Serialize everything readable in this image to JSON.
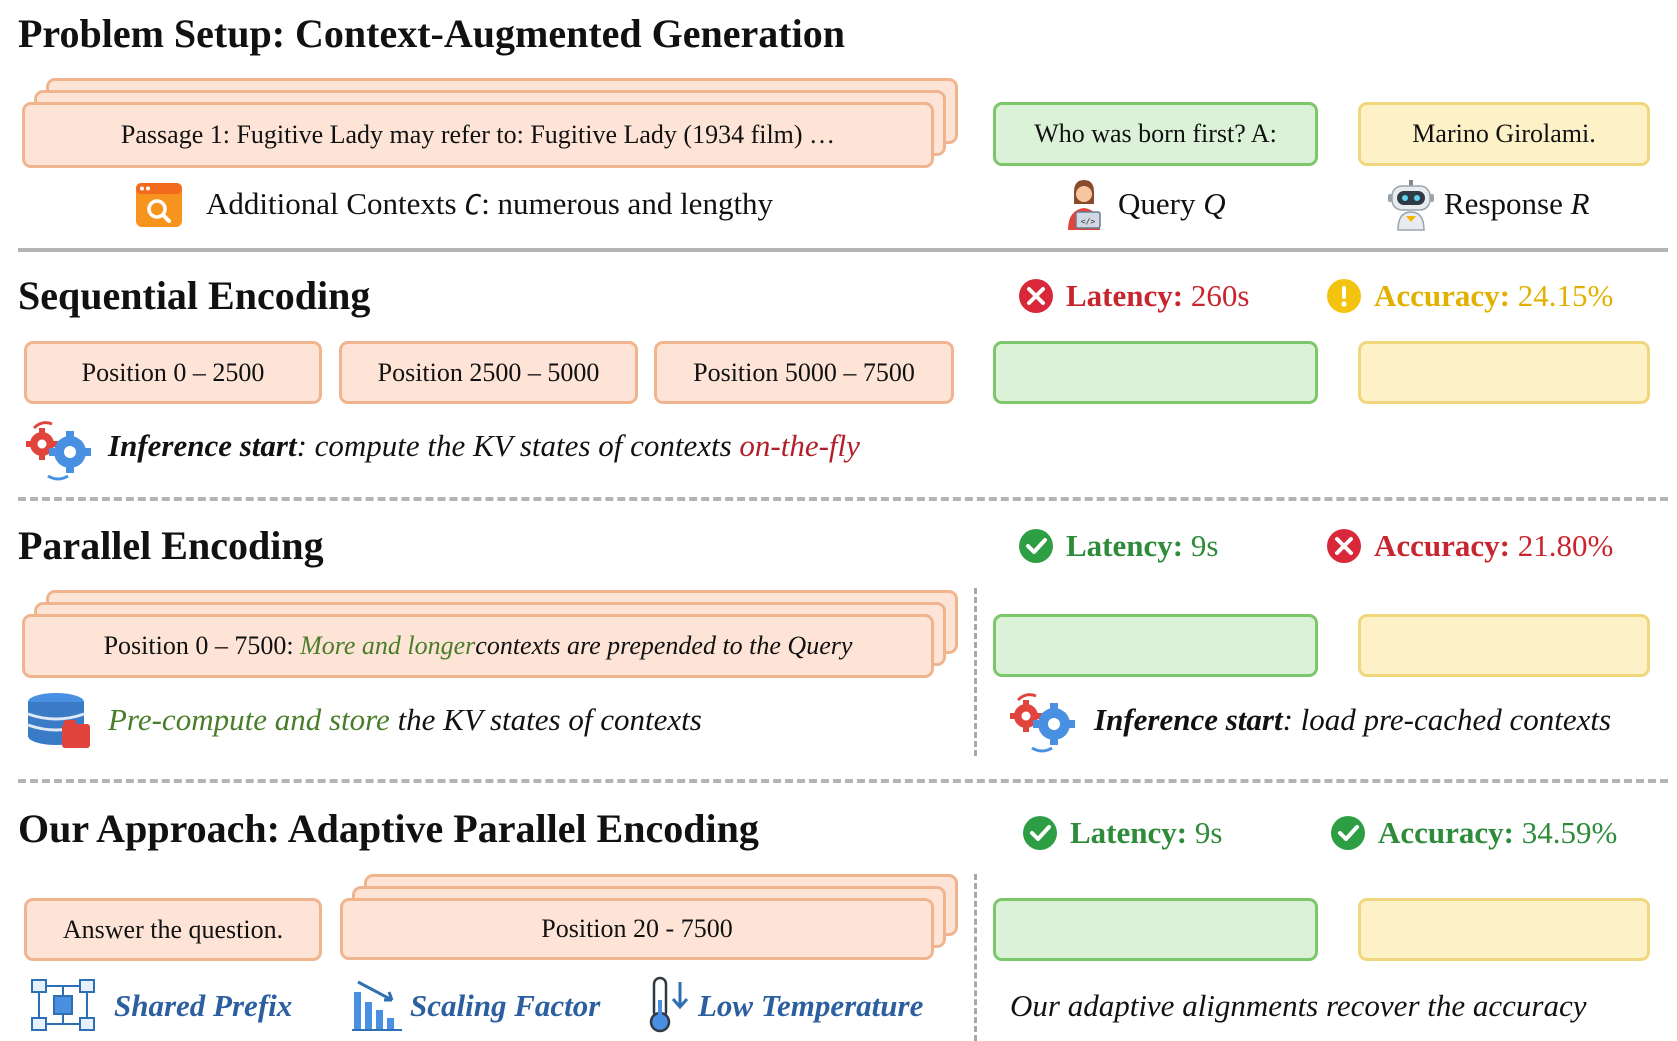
{
  "setup": {
    "title": "Problem Setup: Context-Augmented Generation",
    "passage": "Passage 1: Fugitive Lady may refer to: Fugitive Lady (1934 film) …",
    "contexts_label": "Additional Contexts",
    "contexts_var": "C",
    "contexts_desc": ": numerous and lengthy",
    "query_box": "Who was born first? A:",
    "query_label": "Query",
    "query_var": "Q",
    "response_box": "Marino Girolami.",
    "response_label": "Response",
    "response_var": "R"
  },
  "sequential": {
    "title": "Sequential Encoding",
    "latency_label": "Latency:",
    "latency_value": "260s",
    "accuracy_label": "Accuracy:",
    "accuracy_value": "24.15%",
    "positions": [
      "Position 0 – 2500",
      "Position 2500 – 5000",
      "Position 5000 – 7500"
    ],
    "inference_bold": "Inference start",
    "inference_text": ": compute the KV states of contexts ",
    "inference_red": "on-the-fly"
  },
  "parallel": {
    "title": "Parallel Encoding",
    "latency_label": "Latency:",
    "latency_value": "9s",
    "accuracy_label": "Accuracy:",
    "accuracy_value": "21.80%",
    "position_prefix": "Position 0 – 7500: ",
    "position_green": "More and longer",
    "position_rest": " contexts are prepended to the Query",
    "precompute_green": "Pre-compute and store",
    "precompute_rest": " the KV states of contexts",
    "inference_bold": "Inference start",
    "inference_text": ": load pre-cached contexts"
  },
  "ours": {
    "title": "Our Approach: Adaptive Parallel Encoding",
    "latency_label": "Latency:",
    "latency_value": "9s",
    "accuracy_label": "Accuracy:",
    "accuracy_value": "34.59%",
    "prefix_box": "Answer the question.",
    "position_box": "Position 20 - 7500",
    "features": [
      "Shared Prefix",
      "Scaling Factor",
      "Low Temperature"
    ],
    "recover": "Our adaptive alignments recover the accuracy"
  },
  "colors": {
    "peach_fill": "#fde4d6",
    "peach_border": "#f0b48e",
    "green_fill": "#dcf2d8",
    "green_border": "#7cc76b",
    "yellow_fill": "#fdf1c8",
    "yellow_border": "#f0d67c",
    "bad": "#c8262f",
    "good": "#2e8b3a",
    "warn": "#e2b100",
    "feature_blue": "#2c5fa0"
  }
}
